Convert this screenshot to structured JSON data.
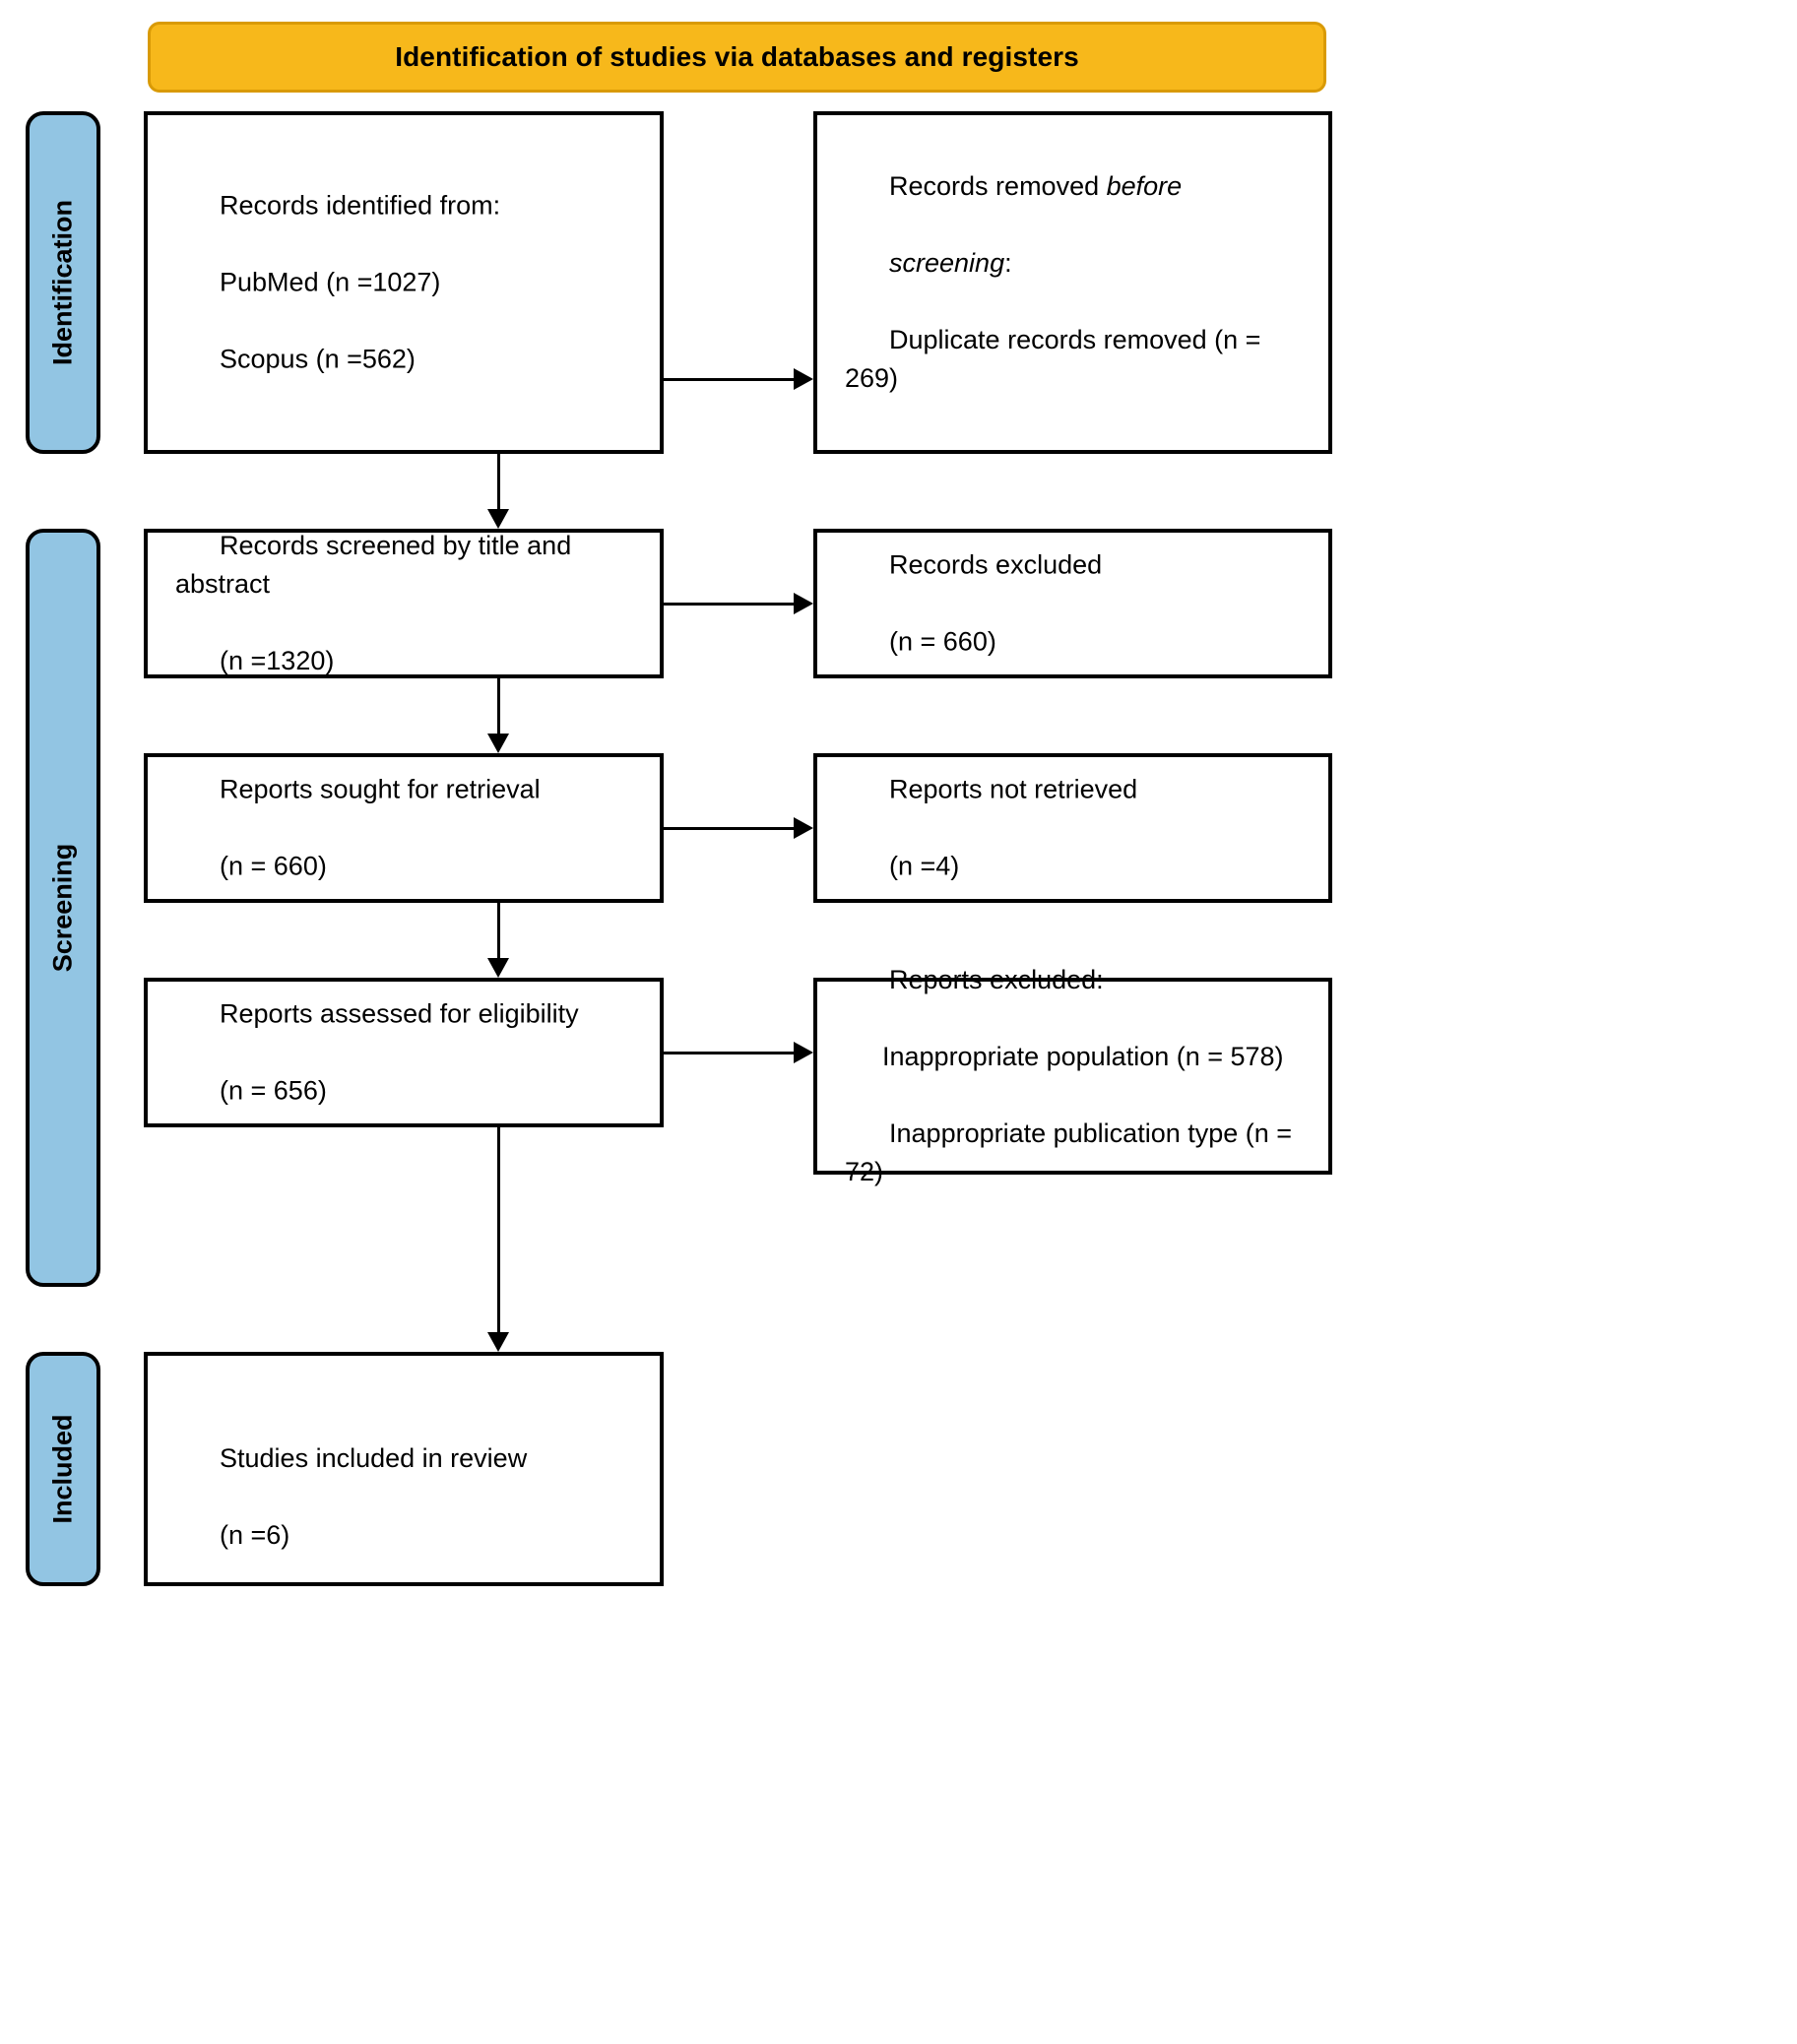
{
  "banner": {
    "title": "Identification of studies via databases and registers",
    "bg_color": "#F7B81B",
    "border_color": "#D99A05"
  },
  "phases": {
    "color": "#92C5E3",
    "identification": "Identification",
    "screening": "Screening",
    "included": "Included"
  },
  "boxes": {
    "identified": {
      "line1": "Records identified from:",
      "line2": "PubMed (n =1027)",
      "line3": "Scopus (n =562)"
    },
    "removed": {
      "line1_a": "Records removed ",
      "line1_em": "before",
      "line2_em": "screening",
      "line2_b": ":",
      "line3": "Duplicate records removed (n = 269)"
    },
    "screened": {
      "line1": "Records screened by title and abstract",
      "line2": "(n =1320)"
    },
    "excluded": {
      "line1": "Records excluded",
      "line2": "(n = 660)"
    },
    "sought": {
      "line1": "Reports sought for retrieval",
      "line2": "(n = 660)"
    },
    "not_retrieved": {
      "line1": "Reports not retrieved",
      "line2": "(n =4)"
    },
    "assessed": {
      "line1": "Reports assessed for eligibility",
      "line2": "(n = 656)"
    },
    "reports_excluded": {
      "line1": "Reports excluded:",
      "line2": "Inappropriate population (n = 578)",
      "line3": "Inappropriate publication type (n = 72)"
    },
    "included": {
      "line1": "Studies included in review",
      "line2": "(n =6)"
    }
  }
}
